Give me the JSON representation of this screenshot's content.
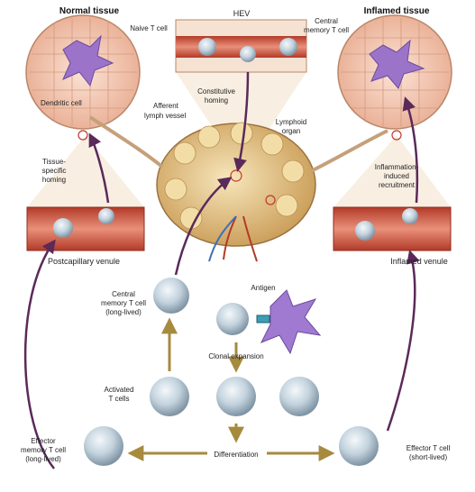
{
  "titles": {
    "normal_tissue": "Normal tissue",
    "hev": "HEV",
    "inflamed_tissue": "Inflamed tissue"
  },
  "labels": {
    "naive_t_cell": "Naive T cell",
    "central_memory_top": [
      "Central",
      "memory T cell"
    ],
    "dendritic_cell": "Dendritic cell",
    "afferent_lymph_vessel": [
      "Afferent",
      "lymph vessel"
    ],
    "constitutive_homing": [
      "Constitutive",
      "homing"
    ],
    "lymphoid_organ": [
      "Lymphoid",
      "organ"
    ],
    "tissue_specific_homing": [
      "Tissue-",
      "specific",
      "homing"
    ],
    "inflammation_induced_recruitment": [
      "Inflammation-",
      "induced",
      "recruitment"
    ],
    "postcapillary_venule": "Postcapillary venule",
    "inflamed_venule": "Inflamed venule",
    "central_memory_long_lived": [
      "Central",
      "memory T cell",
      "(long-lived)"
    ],
    "antigen": "Antigen",
    "clonal_expansion": "Clonal expansion",
    "activated_t_cells": [
      "Activated",
      "T cells"
    ],
    "effector_memory": [
      "Effector",
      "memory T cell",
      "(long-lived)"
    ],
    "differentiation": "Differentiation",
    "effector_t_cell": [
      "Effector T cell",
      "(short-lived)"
    ]
  },
  "colors": {
    "vessel": "#c0392b",
    "vessel_lumen": "#e8a08a",
    "tissue": "#f3c9b4",
    "node": "#e9c98c",
    "dendritic": "#a07ad0",
    "tcell": "#b9cad6",
    "arrow_purple": "#5a2a5a",
    "arrow_gold": "#a68a3e"
  }
}
